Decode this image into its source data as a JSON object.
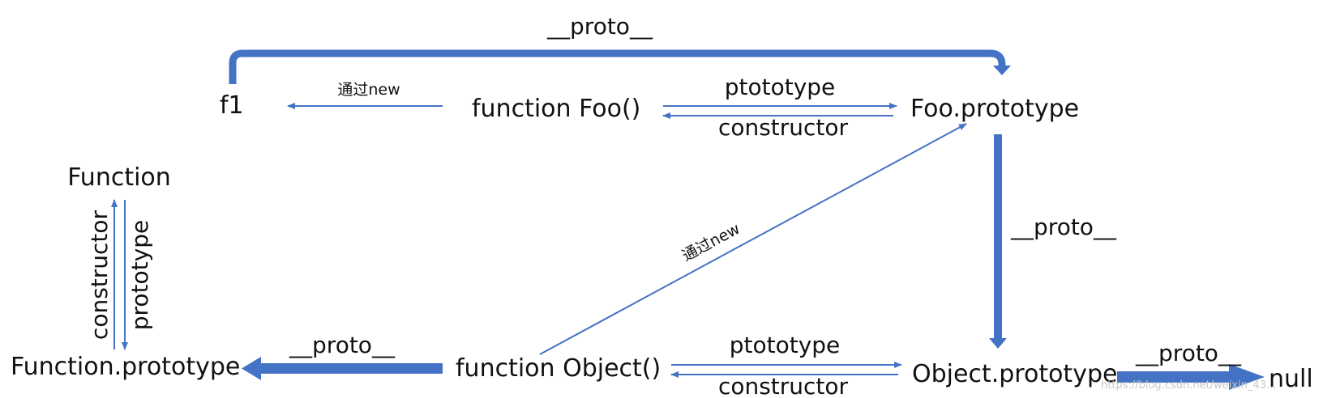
{
  "colors": {
    "arrow": "#4472C4",
    "text": "#111111",
    "watermark": "#c8c8c8"
  },
  "nodes": {
    "f1": "f1",
    "foo_fn": "function Foo()",
    "foo_proto": "Foo.prototype",
    "function": "Function",
    "function_proto": "Function.prototype",
    "object_fn": "function Object()",
    "object_proto": "Object.prototype",
    "null": "null"
  },
  "labels": {
    "top_proto": "__proto__",
    "new_f1": "通过new",
    "foo_prototype": "ptototype",
    "foo_constructor": "constructor",
    "right_proto": "__proto__",
    "diag_new": "通过new",
    "function_constructor": "constructor",
    "function_prototype": "prototype",
    "fn_proto_link": "__proto__",
    "obj_prototype": "ptototype",
    "obj_constructor": "constructor",
    "null_proto": "__proto__"
  },
  "watermark": "https://blog.csdn.net/weixin_43..."
}
